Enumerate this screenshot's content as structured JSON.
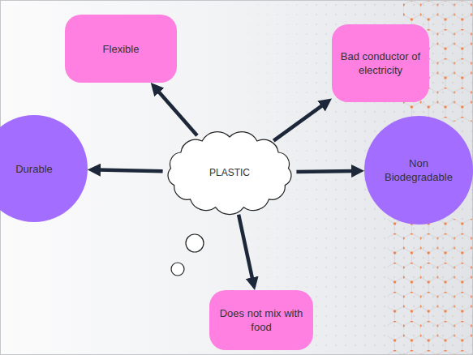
{
  "diagram": {
    "nodes": [
      {
        "text": [
          "Flexible"
        ]
      },
      {
        "text": [
          "Bad conductor of electricity"
        ]
      },
      {
        "text": [
          "Durable"
        ]
      },
      {
        "text": [
          "PLASTIC"
        ]
      },
      {
        "text": [
          "Non Biodegradable"
        ]
      },
      {
        "text": [
          "Does not mix with food"
        ]
      }
    ],
    "edges": [
      {
        "from": 3,
        "to": 0,
        "arrow": "to"
      },
      {
        "from": 3,
        "to": 1,
        "arrow": "to"
      },
      {
        "from": 3,
        "to": 2,
        "arrow": "to"
      },
      {
        "from": 3,
        "to": 4,
        "arrow": "to"
      },
      {
        "from": 3,
        "to": 5,
        "arrow": "to"
      }
    ]
  }
}
